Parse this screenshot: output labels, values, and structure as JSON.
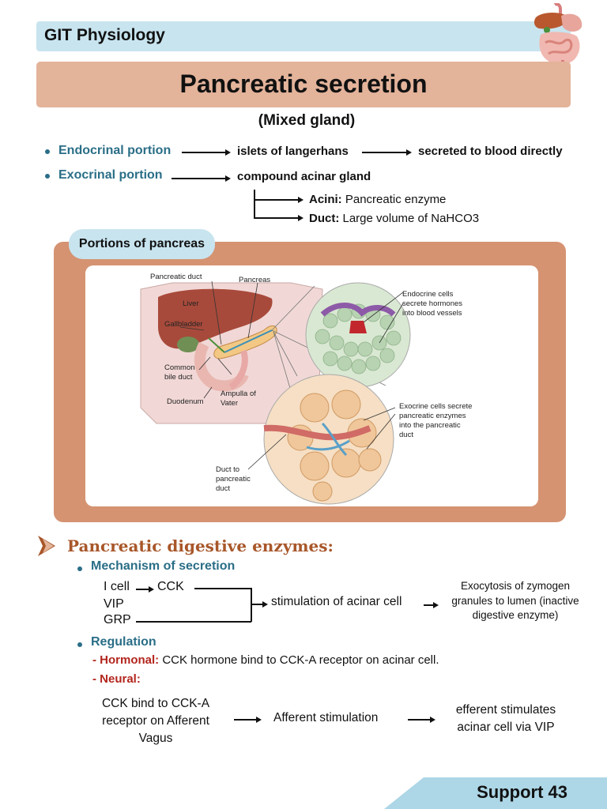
{
  "topic": "GIT Physiology",
  "title": "Pancreatic secretion",
  "subtitle": "(Mixed gland)",
  "portions": {
    "endocrine": {
      "label": "Endocrinal portion",
      "step1": "islets of langerhans",
      "step2": "secreted to blood directly"
    },
    "exocrine": {
      "label": "Exocrinal portion",
      "step1": "compound acinar gland",
      "acini_label": "Acini:",
      "acini_text": "Pancreatic enzyme",
      "duct_label": "Duct:",
      "duct_text": "Large volume of NaHCO3"
    }
  },
  "panel": {
    "tag": "Portions of pancreas",
    "labels": {
      "pancreatic_duct": "Pancreatic duct",
      "pancreas": "Pancreas",
      "liver": "Liver",
      "gallbladder": "Gallbladder",
      "common_bile_duct": "Common bile duct",
      "ampulla": "Ampulla of Vater",
      "duodenum": "Duodenum",
      "endocrine_cells": "Endocrine cells secrete hormones into blood vessels",
      "exocrine_cells": "Exocrine cells secrete pancreatic enzymes into the pancreatic duct",
      "duct_to_pancreatic": "Duct to pancreatic duct"
    }
  },
  "enzymes": {
    "heading": "Pancreatic digestive enzymes:",
    "mechanism": {
      "label": "Mechanism of secretion",
      "i_cell": "I cell",
      "cck": "CCK",
      "vip": "VIP",
      "grp": "GRP",
      "stimulation": "stimulation of acinar cell",
      "result": "Exocytosis of zymogen granules to lumen (inactive digestive enzyme)"
    },
    "regulation": {
      "label": "Regulation",
      "hormonal_label": "- Hormonal:",
      "hormonal_text": "CCK hormone bind to CCK-A receptor on acinar cell.",
      "neural_label": "- Neural:",
      "flow1": "CCK bind to CCK-A receptor on Afferent Vagus",
      "flow2": "Afferent stimulation",
      "flow3": "efferent stimulates acinar cell via VIP"
    }
  },
  "footer": {
    "support": "Support 43"
  },
  "colors": {
    "teal": "#2a6e87",
    "light_blue": "#c8e4ef",
    "salmon": "#e3b39a",
    "panel": "#d59372",
    "heading_brown": "#a8572a",
    "red": "#b3261e"
  },
  "icons": {
    "corner": "digestive-system-icon",
    "heading": "double-chevron-icon"
  }
}
